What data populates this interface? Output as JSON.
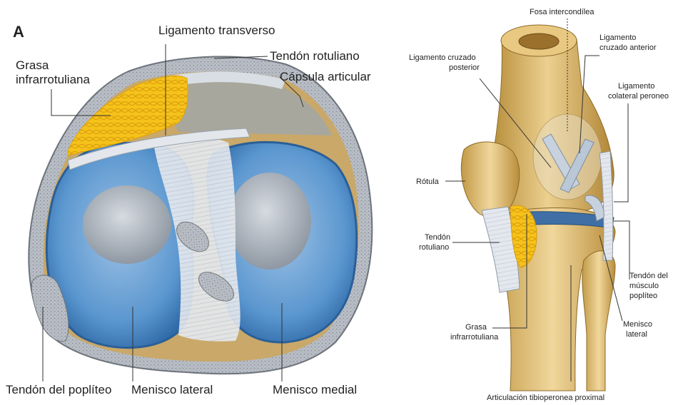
{
  "panel_letter": "A",
  "left_labels": {
    "grasa_line1": "Grasa",
    "grasa_line2": "infrarrotuliana",
    "ligamento_transverso": "Ligamento transverso",
    "tendon_rotuliano": "Tendón rotuliano",
    "capsula_articular": "Cápsula articular",
    "tendon_popliteo": "Tendón del poplíteo",
    "menisco_lateral": "Menisco lateral",
    "menisco_medial": "Menisco medial"
  },
  "right_labels": {
    "fosa_intercondilea": "Fosa intercondílea",
    "lcp_line1": "Ligamento cruzado",
    "lcp_line2": "posterior",
    "lca_line1": "Ligamento",
    "lca_line2": "cruzado anterior",
    "lcperoneo_line1": "Ligamento",
    "lcperoneo_line2": "colateral peroneo",
    "rotula": "Rótula",
    "tendon_rot_line1": "Tendón",
    "tendon_rot_line2": "rotuliano",
    "tendon_musculo_line1": "Tendón del",
    "tendon_musculo_line2": "músculo",
    "tendon_musculo_line3": "poplíteo",
    "menisco_lat_line1": "Menisco",
    "menisco_lat_line2": "lateral",
    "grasa_line1": "Grasa",
    "grasa_line2": "infrarrotuliana",
    "articulacion": "Articulación tibioperonea proximal"
  },
  "colors": {
    "meniscus_blue": "#4f8fc9",
    "capsule_gray": "#b7bcc4",
    "fat_yellow": "#f5c21a",
    "bone_tan": "#d9b56a",
    "ligament_white": "#dfe4ea"
  }
}
